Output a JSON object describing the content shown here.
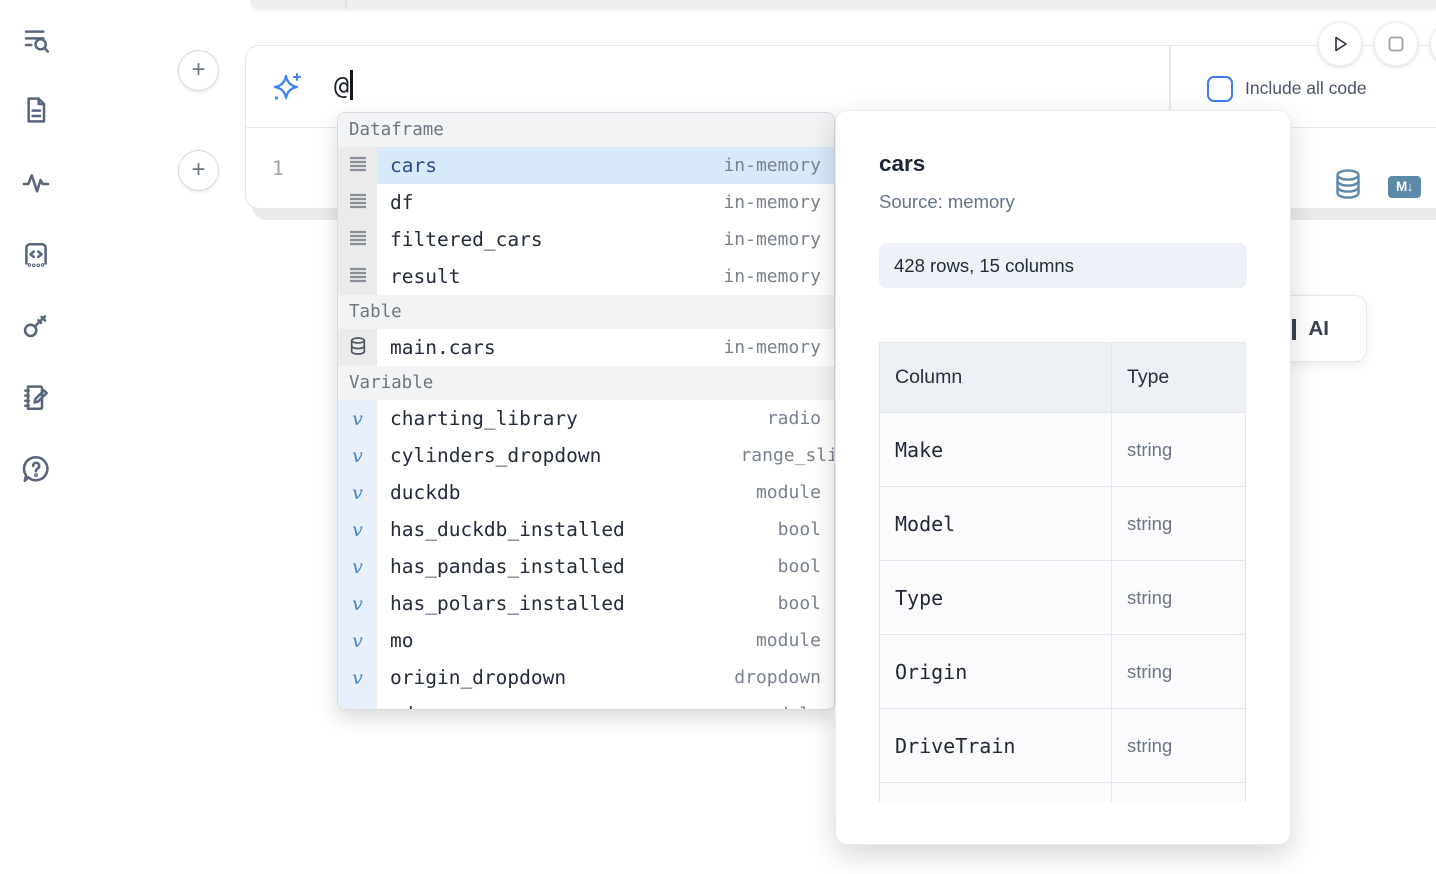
{
  "sidebar": {
    "items": [
      {
        "name": "toc-search-icon"
      },
      {
        "name": "file-document-icon"
      },
      {
        "name": "activity-icon"
      },
      {
        "name": "snippets-code-icon"
      },
      {
        "name": "secrets-key-icon"
      },
      {
        "name": "scratchpad-icon"
      },
      {
        "name": "help-chat-icon"
      }
    ]
  },
  "prompt_cell": {
    "ai_input_value": "@",
    "include_all_code_label": "Include all code",
    "include_all_code_checked": false,
    "line_number": "1",
    "language_icons": [
      "database-icon",
      "markdown-icon"
    ],
    "markdown_badge_text": "M↓"
  },
  "run_controls": {
    "buttons": [
      "run-button",
      "stop-button"
    ]
  },
  "autocomplete": {
    "sections": [
      {
        "label": "Dataframe",
        "icon": "dataframe-icon",
        "items": [
          {
            "name": "cars",
            "detail": "in-memory",
            "selected": true
          },
          {
            "name": "df",
            "detail": "in-memory"
          },
          {
            "name": "filtered_cars",
            "detail": "in-memory"
          },
          {
            "name": "result",
            "detail": "in-memory"
          }
        ]
      },
      {
        "label": "Table",
        "icon": "database-icon",
        "items": [
          {
            "name": "main.cars",
            "detail": "in-memory"
          }
        ]
      },
      {
        "label": "Variable",
        "icon": "variable-icon",
        "items": [
          {
            "name": "charting_library",
            "detail": "radio"
          },
          {
            "name": "cylinders_dropdown",
            "detail": "range_sli",
            "clipped": true
          },
          {
            "name": "duckdb",
            "detail": "module"
          },
          {
            "name": "has_duckdb_installed",
            "detail": "bool"
          },
          {
            "name": "has_pandas_installed",
            "detail": "bool"
          },
          {
            "name": "has_polars_installed",
            "detail": "bool"
          },
          {
            "name": "mo",
            "detail": "module"
          },
          {
            "name": "origin_dropdown",
            "detail": "dropdown"
          },
          {
            "name": "pd",
            "detail": "module"
          }
        ]
      }
    ]
  },
  "preview_panel": {
    "title": "cars",
    "source": "Source: memory",
    "shape": "428 rows, 15 columns",
    "table": {
      "headers": [
        "Column",
        "Type"
      ],
      "rows": [
        [
          "Make",
          "string"
        ],
        [
          "Model",
          "string"
        ],
        [
          "Type",
          "string"
        ],
        [
          "Origin",
          "string"
        ],
        [
          "DriveTrain",
          "string"
        ]
      ]
    }
  },
  "ai_button": {
    "visible_label": "AI"
  },
  "colors": {
    "accent_blue": "#3b7df0",
    "sparkle_blue": "#3b82f6",
    "steel_blue": "#5d89a8",
    "selection_blue": "#d8e9f9",
    "selected_text": "#2d4f92",
    "gutter_gray": "#ebebeb",
    "gutter_blue": "#e8f1fb"
  }
}
